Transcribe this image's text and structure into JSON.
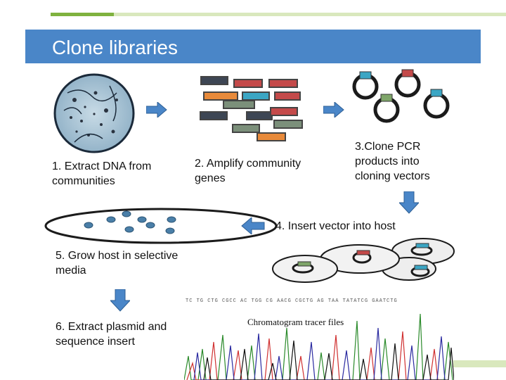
{
  "title": "Clone libraries",
  "steps": {
    "s1": "1. Extract DNA from communities",
    "s2": "2. Amplify community genes",
    "s3": "3.Clone PCR products into cloning vectors",
    "s4": "4. Insert vector into host",
    "s5": "5. Grow host in selective media",
    "s6": "6. Extract plasmid and sequence insert"
  },
  "chromatogram": {
    "label": "Chromatogram tracer files",
    "sequence": "TC TG CTG CGCC AC TGG CG AACG CGCTG AG TAA TATATCG GAATCTG"
  },
  "colors": {
    "title_bar": "#4a86c8",
    "accent_green": "#7fb23f",
    "arrow_blue": "#4a86c8"
  }
}
